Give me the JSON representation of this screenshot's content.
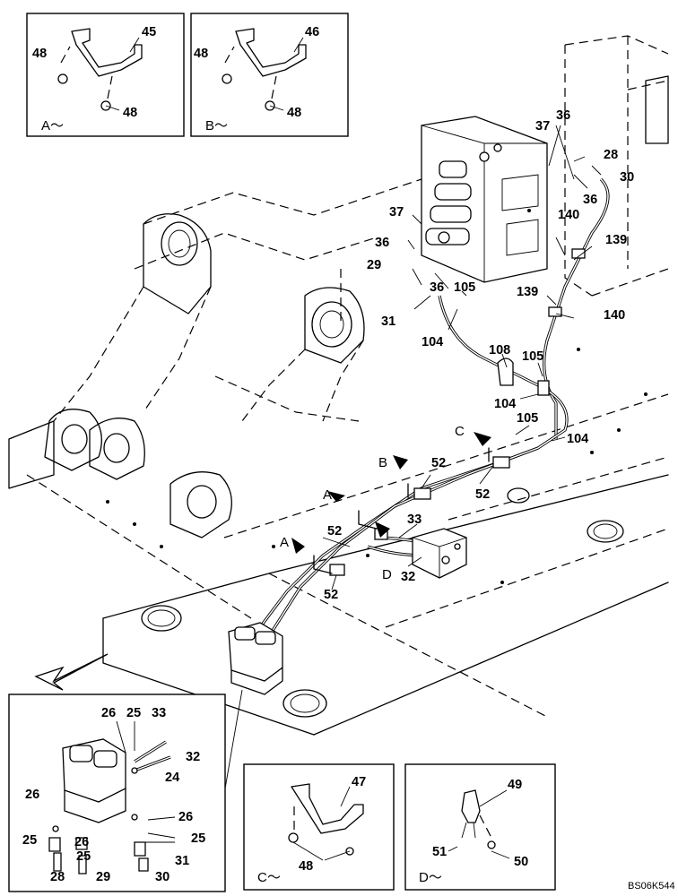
{
  "drawing_code": "BS06K544",
  "insets": {
    "a": {
      "caption": "A～",
      "labels": [
        "48",
        "45",
        "48"
      ]
    },
    "b": {
      "caption": "B～",
      "labels": [
        "48",
        "46",
        "48"
      ]
    },
    "c": {
      "caption": "C～",
      "labels": [
        "47",
        "48"
      ]
    },
    "d": {
      "caption": "D～",
      "labels": [
        "49",
        "51",
        "50"
      ]
    },
    "detail": {
      "labels": [
        "26",
        "25",
        "33",
        "32",
        "24",
        "26",
        "26",
        "25",
        "26",
        "25",
        "25",
        "28",
        "29",
        "30",
        "31"
      ]
    }
  },
  "view_markers": [
    "A",
    "A",
    "B",
    "C",
    "D"
  ],
  "callouts": [
    "37",
    "36",
    "28",
    "30",
    "36",
    "37",
    "36",
    "140",
    "139",
    "29",
    "36",
    "105",
    "139",
    "140",
    "31",
    "104",
    "108",
    "105",
    "104",
    "105",
    "104",
    "52",
    "52",
    "33",
    "52",
    "32",
    "52"
  ]
}
